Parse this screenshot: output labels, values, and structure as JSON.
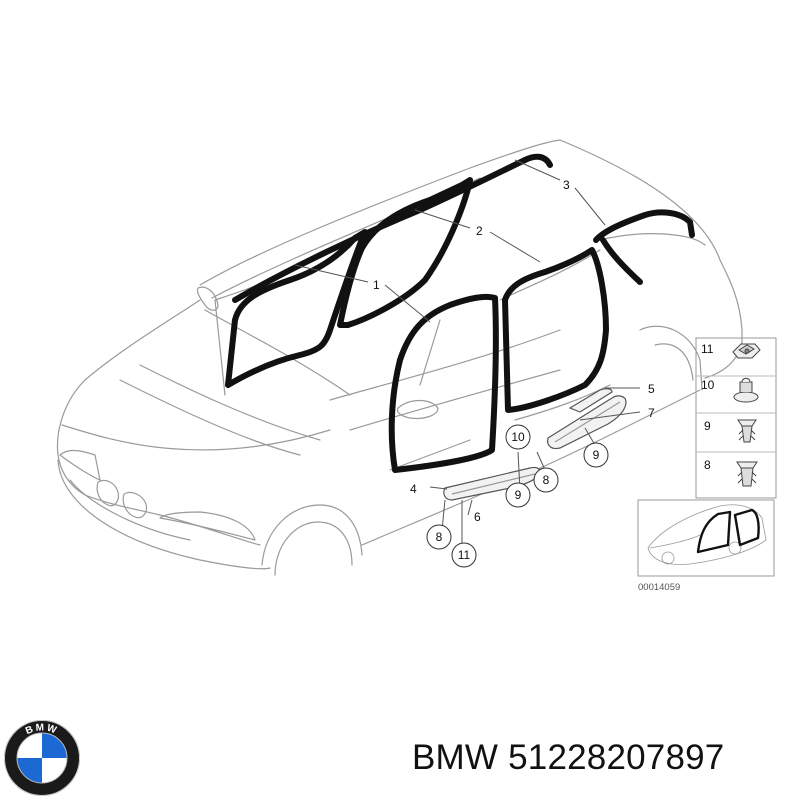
{
  "callouts": {
    "c1": "1",
    "c2": "2",
    "c3": "3",
    "c4": "4",
    "c5": "5",
    "c6": "6",
    "c7": "7",
    "c8a": "8",
    "c8b": "8",
    "c9a": "9",
    "c9b": "9",
    "c10": "10",
    "c11": "11"
  },
  "legend": {
    "items": [
      {
        "num": "11",
        "part": "clip-11"
      },
      {
        "num": "10",
        "part": "clip-10"
      },
      {
        "num": "9",
        "part": "clip-9"
      },
      {
        "num": "8",
        "part": "clip-8"
      }
    ]
  },
  "diagram_number": "00014059",
  "brand": {
    "logo_letters": "BMW",
    "name": "BMW",
    "part_number": "51228207897",
    "colors": {
      "blue": "#1c69d4",
      "ring": "#1a1a1a",
      "white": "#ffffff"
    }
  },
  "icons": {
    "logo": "bmw-roundel-icon"
  }
}
